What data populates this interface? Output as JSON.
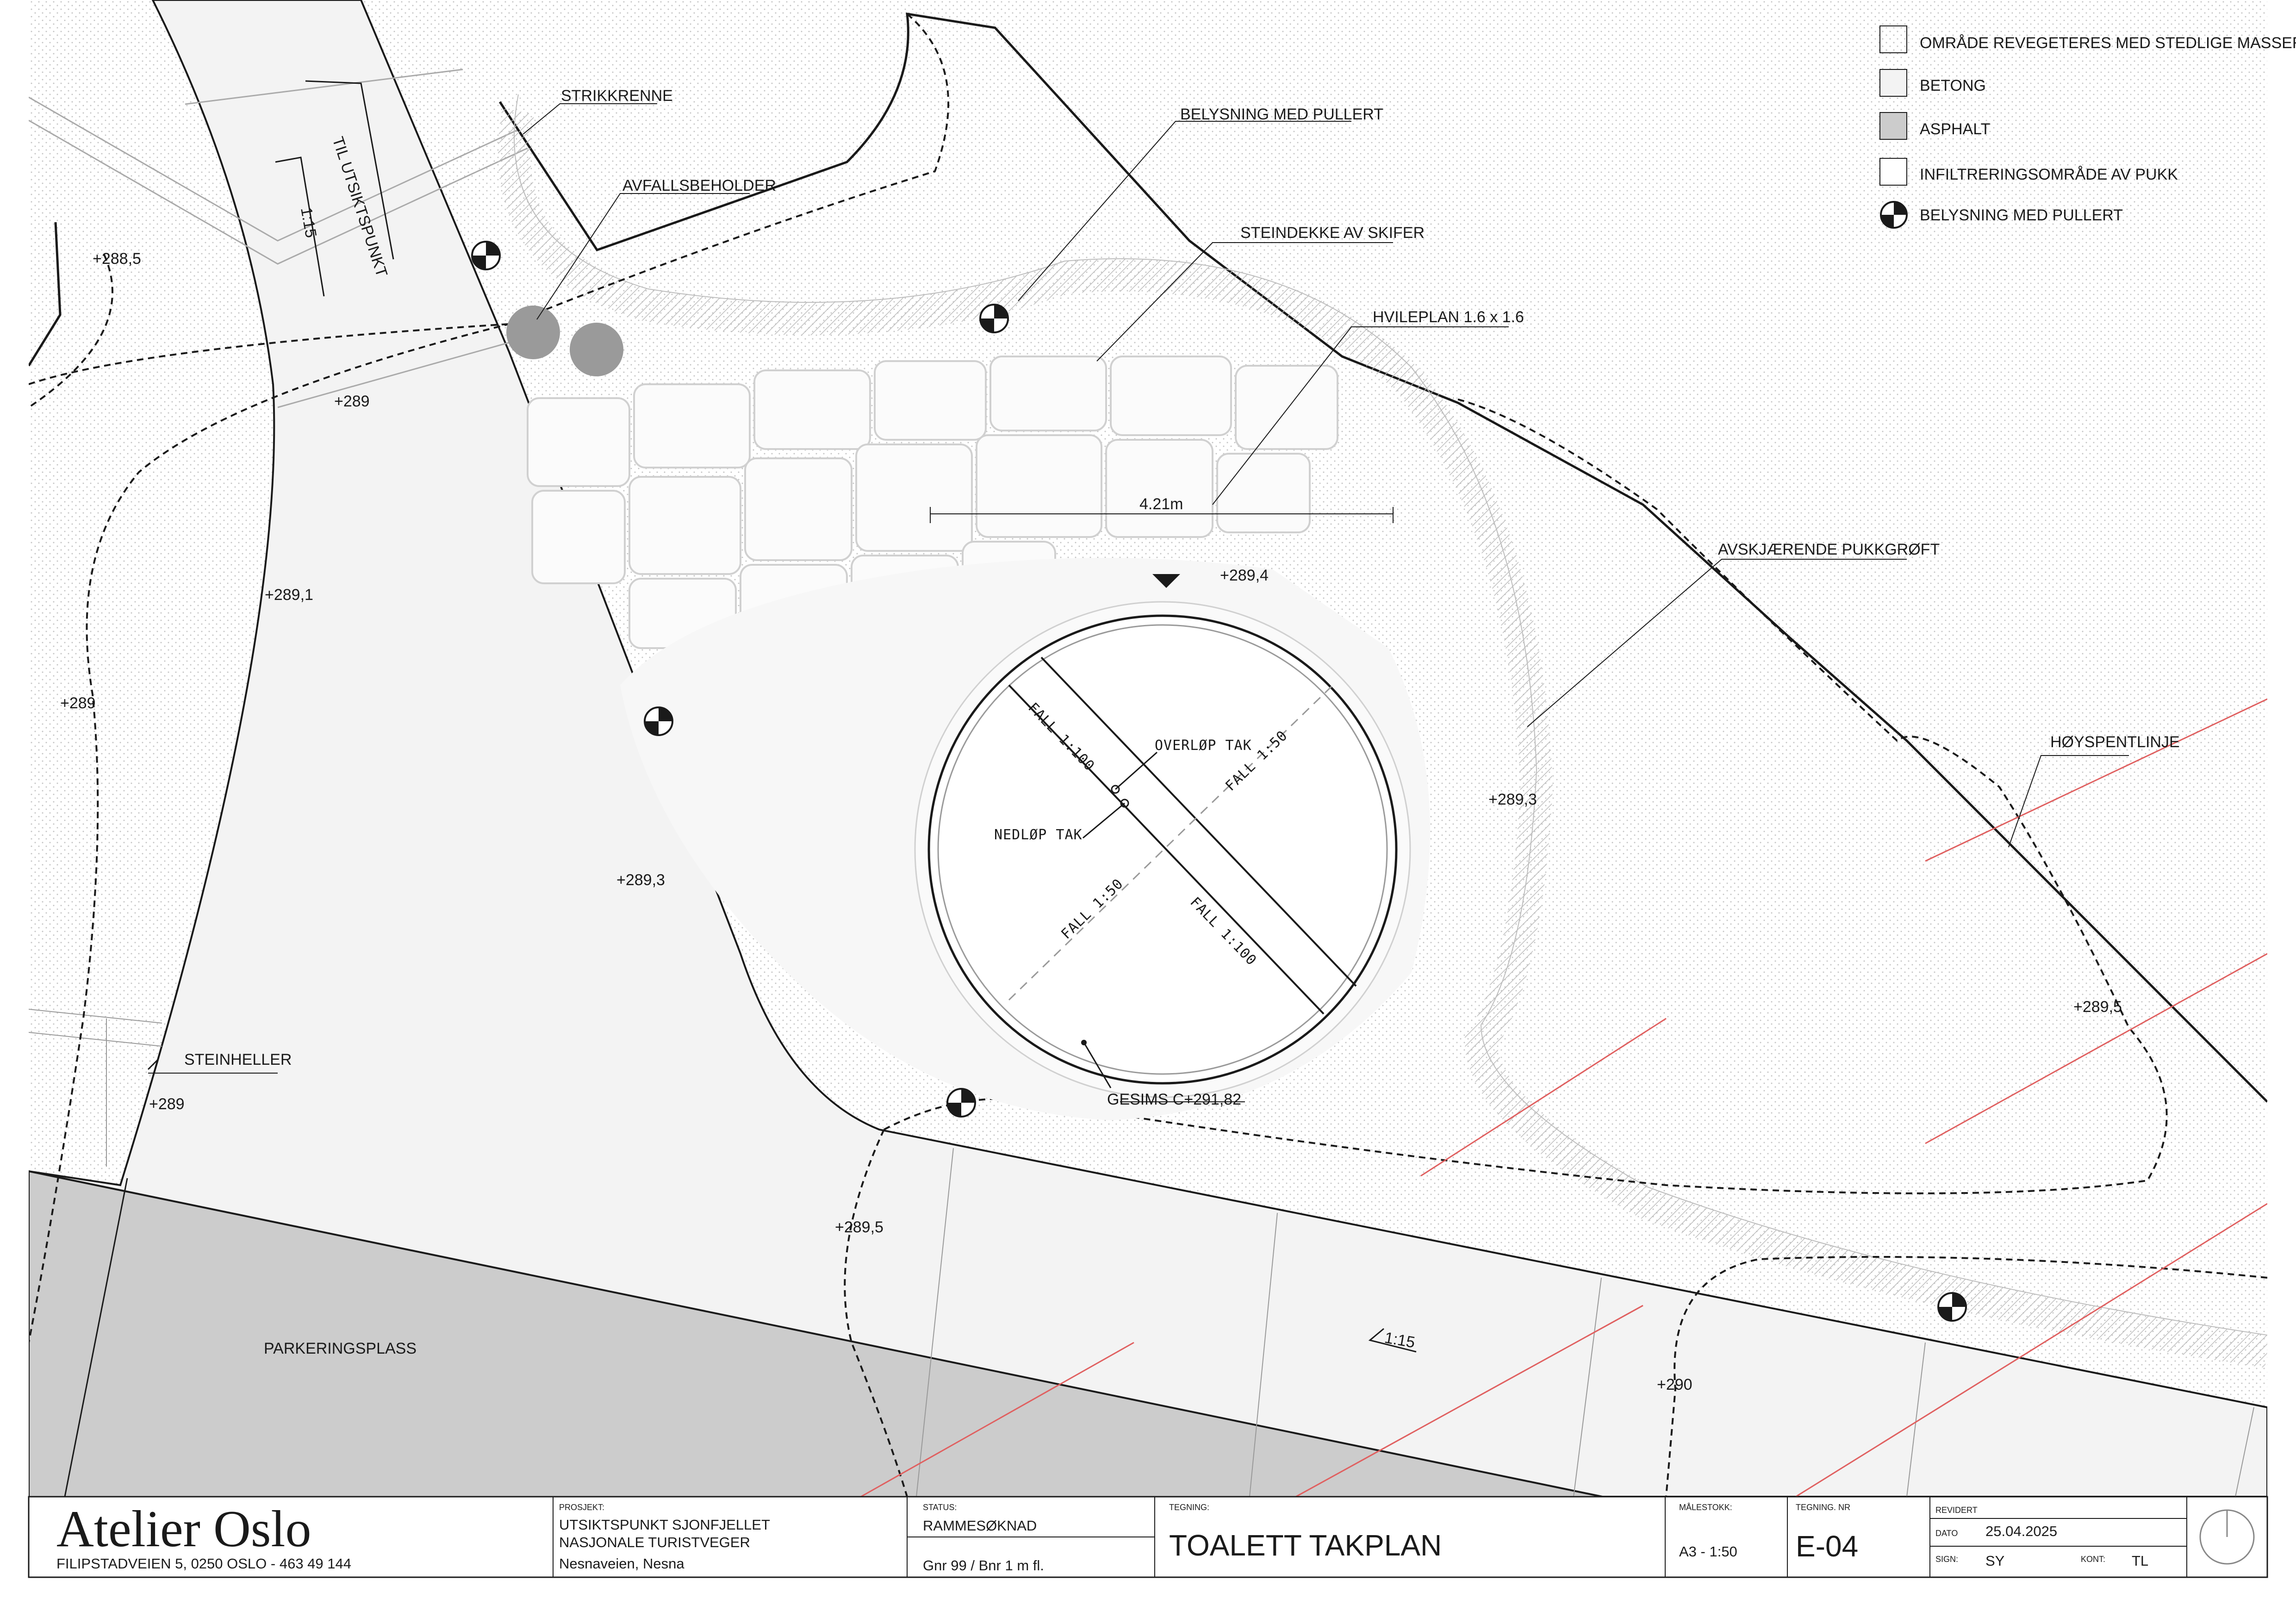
{
  "legend": [
    {
      "label": "OMRÅDE REVEGETERES MED STEDLIGE MASSER",
      "swatch": "dotted"
    },
    {
      "label": "BETONG",
      "swatch": "light"
    },
    {
      "label": "ASPHALT",
      "swatch": "grey"
    },
    {
      "label": "INFILTRERINGSOMRÅDE AV PUKK",
      "swatch": "white"
    },
    {
      "label": "BELYSNING MED PULLERT",
      "swatch": "light-symbol"
    }
  ],
  "labels": {
    "strikkrenne": "STRIKKRENNE",
    "avfall": "AVFALLSBEHOLDER",
    "belysning": "BELYSNING MED PULLERT",
    "steindekke": "STEINDEKKE AV SKIFER",
    "hvileplan": "HVILEPLAN 1.6 x 1.6",
    "pukkgroft": "AVSKJÆRENDE PUKKGRØFT",
    "hoyspent": "HØYSPENTLINJE",
    "steinheller": "STEINHELLER",
    "parkering": "PARKERINGSPLASS",
    "til_utsikt": "TIL UTSIKTSPUNKT",
    "slope_path": "1:15",
    "slope_road": "1:15",
    "dimension": "4.21m",
    "gesims": "GESIMS C+291,82",
    "overlop": "OVERLØP TAK",
    "nedlop": "NEDLØP TAK",
    "fall_1": "FALL 1:100",
    "fall_2": "FALL 1:50",
    "fall_3": "FALL 1:50",
    "fall_4": "FALL 1:100"
  },
  "elevations": {
    "e1": "+288,5",
    "e2": "+289",
    "e3": "+289,1",
    "e4": "+289",
    "e5": "+289,3",
    "e6": "+289,4",
    "e7": "+289,3",
    "e8": "+289,5",
    "e9": "+289",
    "e10": "+289,5",
    "e11": "+290"
  },
  "title_block": {
    "firm": "Atelier Oslo",
    "address": "FILIPSTADVEIEN 5, 0250 OSLO - 463 49 144",
    "prosjekt_caption": "PROSJEKT:",
    "prosjekt_line1": "UTSIKTSPUNKT SJONFJELLET",
    "prosjekt_line2": "NASJONALE TURISTVEGER",
    "prosjekt_line3": "Nesnaveien, Nesna",
    "status_caption": "STATUS:",
    "status": "RAMMESØKNAD",
    "gnr": "Gnr 99 / Bnr 1 m fl.",
    "tegning_caption": "TEGNING:",
    "tegning": "TOALETT TAKPLAN",
    "malestokk_caption": "MÅLESTOKK:",
    "malestokk": "A3 - 1:50",
    "tegning_nr_caption": "TEGNING. NR",
    "tegning_nr": "E-04",
    "revidert_caption": "REVIDERT",
    "dato_caption": "DATO",
    "dato": "25.04.2025",
    "sign_caption": "SIGN:",
    "sign": "SY",
    "kont_caption": "KONT:",
    "kont": "TL"
  },
  "colors": {
    "line": "#1a1a1a",
    "concrete": "#f2f2f2",
    "asphalt": "#cccccc",
    "stone": "#9a9a9a",
    "power_line": "#e06060"
  }
}
